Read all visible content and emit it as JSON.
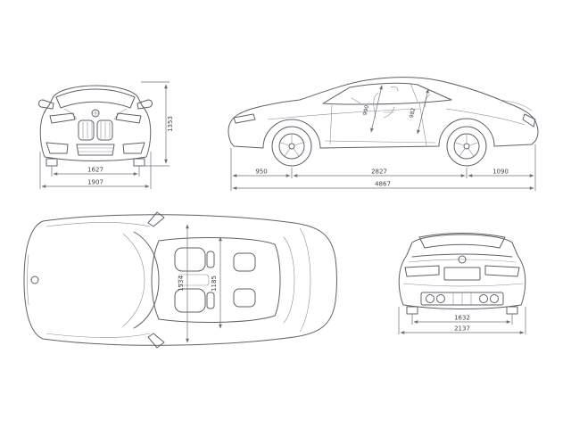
{
  "views": {
    "front": {
      "height": "1353",
      "track": "1627",
      "width": "1907"
    },
    "side": {
      "front_overhang": "950",
      "wheelbase": "2827",
      "rear_overhang": "1090",
      "length": "4867",
      "cabin_front": "990",
      "cabin_rear": "982"
    },
    "top": {
      "width_outer": "1534",
      "width_inner": "1185"
    },
    "rear": {
      "track": "1632",
      "width": "2137"
    }
  },
  "icons": {
    "roundel": "bmw-roundel"
  }
}
